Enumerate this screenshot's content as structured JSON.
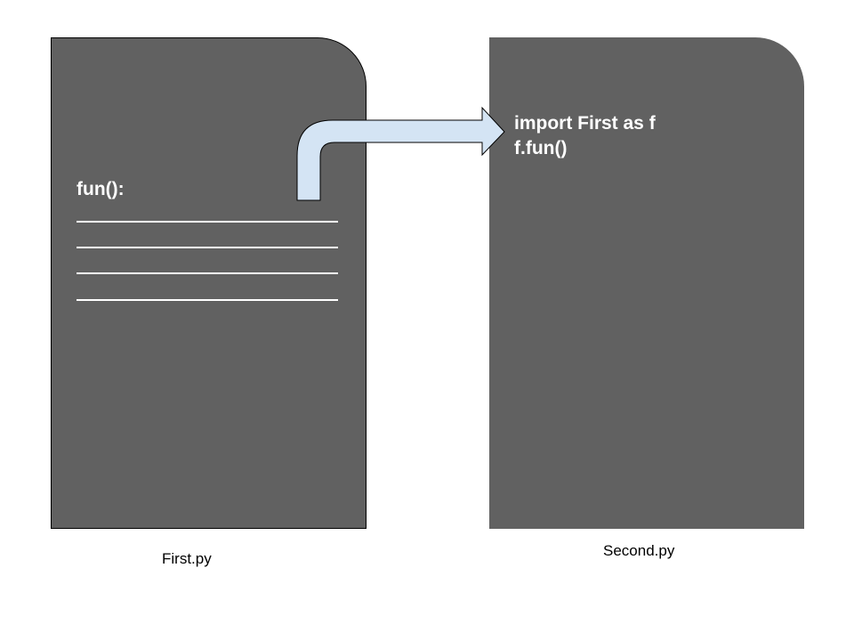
{
  "first_file": {
    "code_line": "fun():",
    "body_line_count": 4,
    "caption": "First.py"
  },
  "second_file": {
    "code_lines": [
      "import First as f",
      "f.fun()"
    ],
    "caption": "Second.py"
  },
  "colors": {
    "document_fill": "#616161",
    "document_text": "#ffffff",
    "arrow_fill": "#d4e4f4",
    "stroke": "#000000",
    "caption_text": "#000000"
  }
}
